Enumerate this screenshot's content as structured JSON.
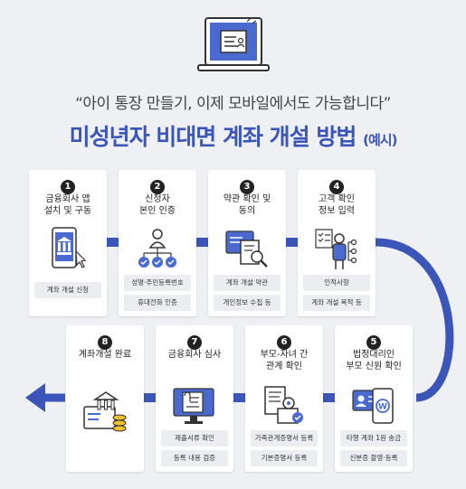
{
  "quote": "“아이 통장 만들기, 이제 모바일에서도 가능합니다”",
  "title": "미성년자 비대면 계좌 개설 방법",
  "title_sub": "(예시)",
  "colors": {
    "accent": "#3b55b8",
    "card": "#ffffff",
    "tag": "#ebedf1",
    "background": "#eef0f3"
  },
  "steps": [
    {
      "num": "1",
      "title": "금융회사 앱\n설치 및 구동",
      "icon": "phone-bank-icon",
      "tags": [
        "계좌 개설 신청"
      ]
    },
    {
      "num": "2",
      "title": "신청자\n본인 인증",
      "icon": "person-verify-icon",
      "tags": [
        "성명·주민등록번호",
        "휴대전화 인증"
      ]
    },
    {
      "num": "3",
      "title": "약관 확인 및\n동의",
      "icon": "document-search-icon",
      "tags": [
        "계좌 개설 약관",
        "개인정보 수집 등"
      ]
    },
    {
      "num": "4",
      "title": "고객 확인\n정보 입력",
      "icon": "presenter-checklist-icon",
      "tags": [
        "인적사항",
        "계좌 개설 목적 등"
      ]
    },
    {
      "num": "5",
      "title": "법정대리인\n부모 신원 확인",
      "icon": "id-card-won-icon",
      "tags": [
        "타행 계좌 1원 송금",
        "신분증 촬영·등록"
      ]
    },
    {
      "num": "6",
      "title": "부모-자녀 간\n관계 확인",
      "icon": "family-document-icon",
      "tags": [
        "가족관계증명서 등록",
        "기본증명서 등록"
      ]
    },
    {
      "num": "7",
      "title": "금융회사 심사",
      "icon": "monitor-review-icon",
      "tags": [
        "제출서류 확인",
        "등록 내용 검증"
      ]
    },
    {
      "num": "8",
      "title": "계좌개설 완료",
      "icon": "bank-coins-icon",
      "tags": []
    }
  ]
}
